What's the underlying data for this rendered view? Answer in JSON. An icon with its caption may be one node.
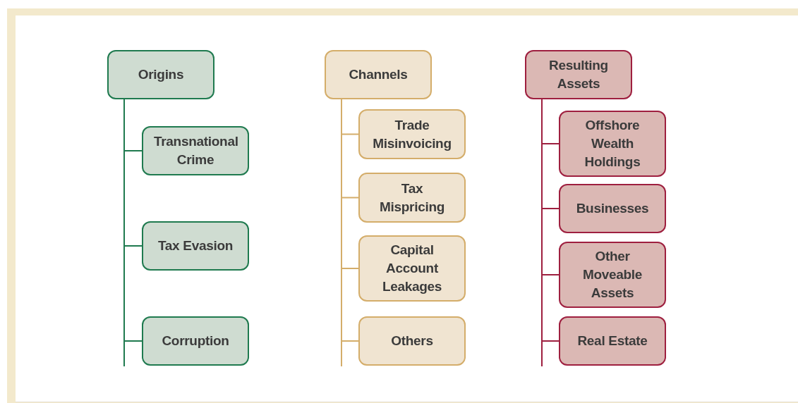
{
  "diagram": {
    "nodes": [
      {
        "text": [
          "Origins"
        ]
      },
      {
        "text": [
          "Transnational Crime"
        ]
      },
      {
        "text": [
          "Tax Evasion"
        ]
      },
      {
        "text": [
          "Corruption"
        ]
      },
      {
        "text": [
          "Channels"
        ]
      },
      {
        "text": [
          "Trade Misinvoicing"
        ]
      },
      {
        "text": [
          "Tax Mispricing"
        ]
      },
      {
        "text": [
          "Capital Account Leakages"
        ]
      },
      {
        "text": [
          "Others"
        ]
      },
      {
        "text": [
          "Resulting Assets"
        ]
      },
      {
        "text": [
          "Offshore Wealth Holdings"
        ]
      },
      {
        "text": [
          "Businesses"
        ]
      },
      {
        "text": [
          "Other Moveable Assets"
        ]
      },
      {
        "text": [
          "Real Estate"
        ]
      }
    ],
    "edges": [
      {
        "from": 0,
        "to": 1,
        "arrow": "none",
        "color": "#1f7a4f"
      },
      {
        "from": 0,
        "to": 2,
        "arrow": "none",
        "color": "#1f7a4f"
      },
      {
        "from": 0,
        "to": 3,
        "arrow": "none",
        "color": "#1f7a4f"
      },
      {
        "from": 4,
        "to": 5,
        "arrow": "none",
        "color": "#d4ad6a"
      },
      {
        "from": 4,
        "to": 6,
        "arrow": "none",
        "color": "#d4ad6a"
      },
      {
        "from": 4,
        "to": 7,
        "arrow": "none",
        "color": "#d4ad6a"
      },
      {
        "from": 4,
        "to": 8,
        "arrow": "none",
        "color": "#d4ad6a"
      },
      {
        "from": 9,
        "to": 10,
        "arrow": "none",
        "color": "#9e1f3f"
      },
      {
        "from": 9,
        "to": 11,
        "arrow": "none",
        "color": "#9e1f3f"
      },
      {
        "from": 9,
        "to": 12,
        "arrow": "none",
        "color": "#9e1f3f"
      },
      {
        "from": 9,
        "to": 13,
        "arrow": "none",
        "color": "#9e1f3f"
      }
    ]
  }
}
